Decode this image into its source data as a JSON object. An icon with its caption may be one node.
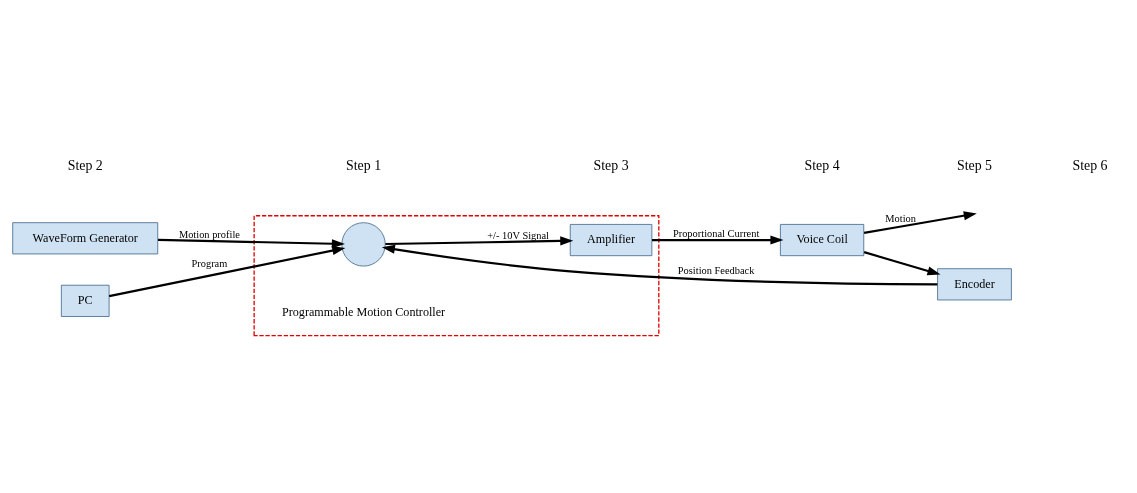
{
  "diagram": {
    "nodes": [
      {
        "text": [
          "WaveForm Generator"
        ]
      },
      {
        "text": [
          "PC"
        ]
      },
      {
        "text": [],
        "shape": "box"
      },
      {
        "text": [],
        "shape": "circle",
        "in": 2,
        "beside": [
          "Programmable Motion Controller"
        ]
      },
      {
        "text": [
          "Amplifier"
        ],
        "in": 2
      },
      {
        "text": [
          "Voice Coil"
        ]
      },
      {
        "text": [
          "Encoder"
        ]
      }
    ],
    "edges": [
      {
        "from": 1,
        "to": 3,
        "arrow": "to",
        "label": "Program"
      },
      {
        "from": 0,
        "to": 3,
        "arrow": "to",
        "label": "Motion profile"
      },
      {
        "from": 3,
        "to": 4,
        "arrow": "to",
        "label": "+/- 10V Signal"
      },
      {
        "from": 4,
        "to": 5,
        "arrow": "to",
        "label": "Proportional Current"
      },
      {
        "from": 5,
        "to": null,
        "arrow": "to",
        "label": "Motion"
      },
      {
        "from": 5,
        "to": 6,
        "arrow": "to"
      },
      {
        "from": 6,
        "to": 3,
        "arrow": "to",
        "label": "Position Feedback"
      }
    ],
    "labels": [
      "Step 2",
      "Step 1",
      "Step 3",
      "Step 4",
      "Step 5",
      "Step 6"
    ]
  }
}
